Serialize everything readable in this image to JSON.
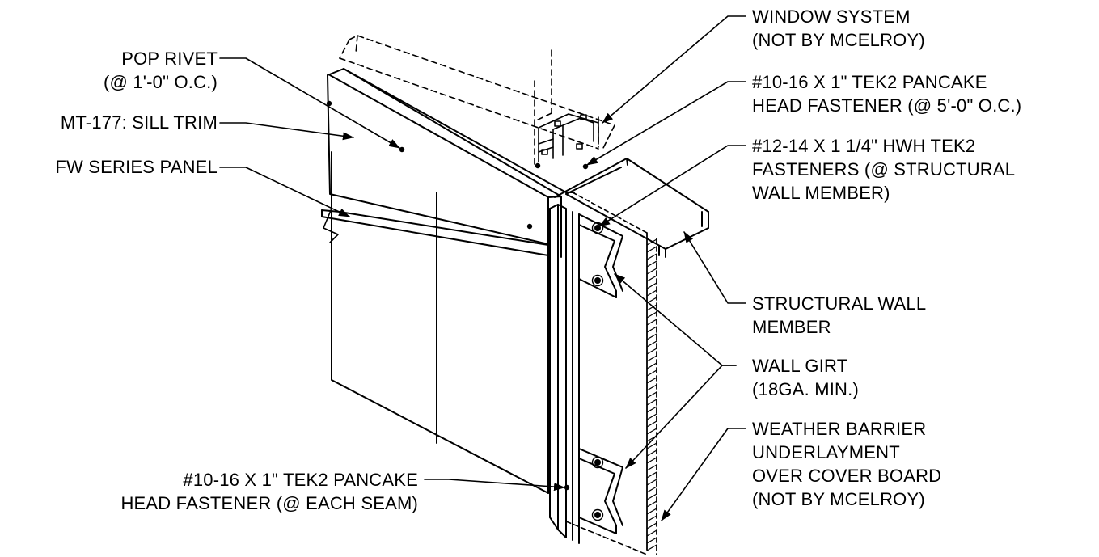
{
  "diagram": {
    "line_color": "#000000",
    "background": "#ffffff",
    "callouts": {
      "pop_rivet": [
        "POP RIVET",
        "(@ 1'-0\" O.C.)"
      ],
      "sill_trim": [
        "MT-177: SILL TRIM"
      ],
      "fw_panel": [
        "FW SERIES PANEL"
      ],
      "window_system": [
        "WINDOW SYSTEM",
        "(NOT BY MCELROY)"
      ],
      "pancake_top": [
        "#10-16 X 1\" TEK2 PANCAKE",
        "HEAD FASTENER (@ 5'-0\" O.C.)"
      ],
      "hwh_fasteners": [
        "#12-14 X 1 1/4\" HWH TEK2",
        "FASTENERS (@ STRUCTURAL",
        "WALL MEMBER)"
      ],
      "structural_member": [
        "STRUCTURAL WALL",
        "MEMBER"
      ],
      "wall_girt": [
        "WALL GIRT",
        "(18GA. MIN.)"
      ],
      "weather_barrier": [
        "WEATHER BARRIER",
        "UNDERLAYMENT",
        "OVER COVER BOARD",
        "(NOT BY MCELROY)"
      ],
      "pancake_seam": [
        "#10-16 X 1\" TEK2 PANCAKE",
        "HEAD FASTENER (@ EACH SEAM)"
      ]
    }
  }
}
